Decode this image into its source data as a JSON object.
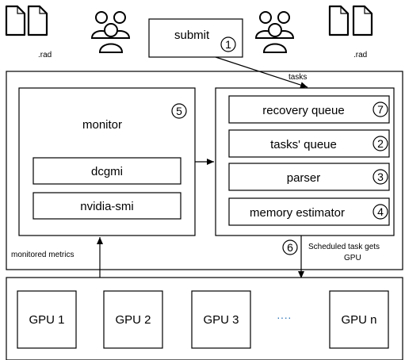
{
  "top": {
    "left_file_ext": ".rad",
    "right_file_ext": ".rad",
    "submit_label": "submit",
    "submit_step": "1",
    "tasks_label": "tasks"
  },
  "monitor": {
    "title": "monitor",
    "step": "5",
    "tools": [
      "dcgmi",
      "nvidia-smi"
    ],
    "metrics_label": "monitored metrics"
  },
  "scheduler": {
    "queues": [
      {
        "label": "recovery queue",
        "step": "7"
      },
      {
        "label": "tasks' queue",
        "step": "2"
      },
      {
        "label": "parser",
        "step": "3"
      },
      {
        "label": "memory estimator",
        "step": "4"
      }
    ],
    "dispatch_step": "6",
    "dispatch_label_line1": "Scheduled task gets",
    "dispatch_label_line2": "GPU"
  },
  "gpus": {
    "items": [
      "GPU 1",
      "GPU 2",
      "GPU 3",
      "GPU n"
    ],
    "ellipsis": "····"
  },
  "colors": {
    "stroke": "#000000",
    "ellipsis": "#2e75b6"
  },
  "icons": {
    "file": "document-icon",
    "users": "users-icon"
  }
}
